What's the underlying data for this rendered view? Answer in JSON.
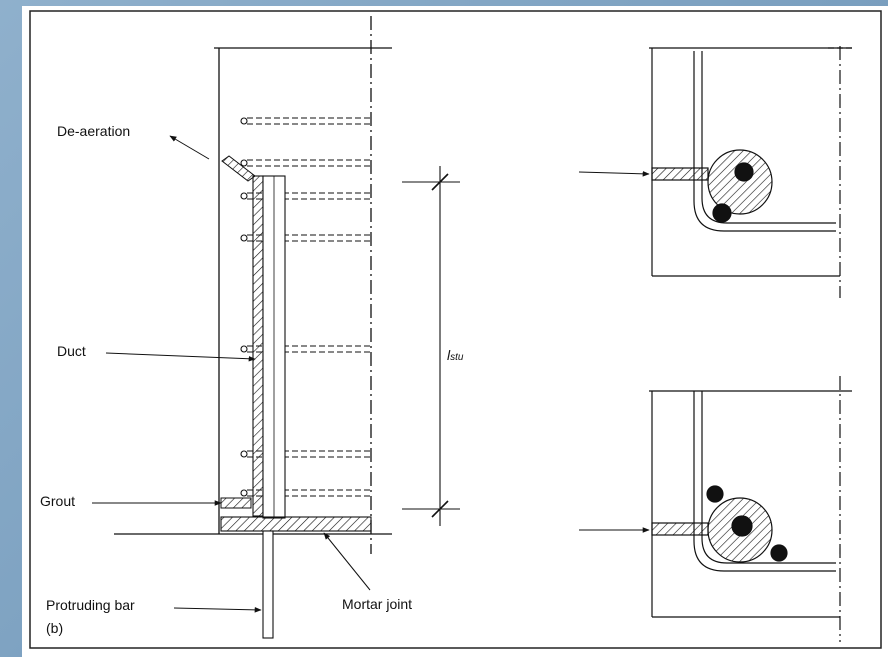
{
  "labels": {
    "deaeration": "De-aeration",
    "duct": "Duct",
    "grout": "Grout",
    "protruding_bar": "Protruding bar",
    "mortar_joint": "Mortar joint",
    "part": "(b)",
    "length_symbol": "l",
    "length_subscript": "stu"
  },
  "colors": {
    "background": "#7a9fbf",
    "panel": "#ffffff",
    "ink": "#111111"
  }
}
